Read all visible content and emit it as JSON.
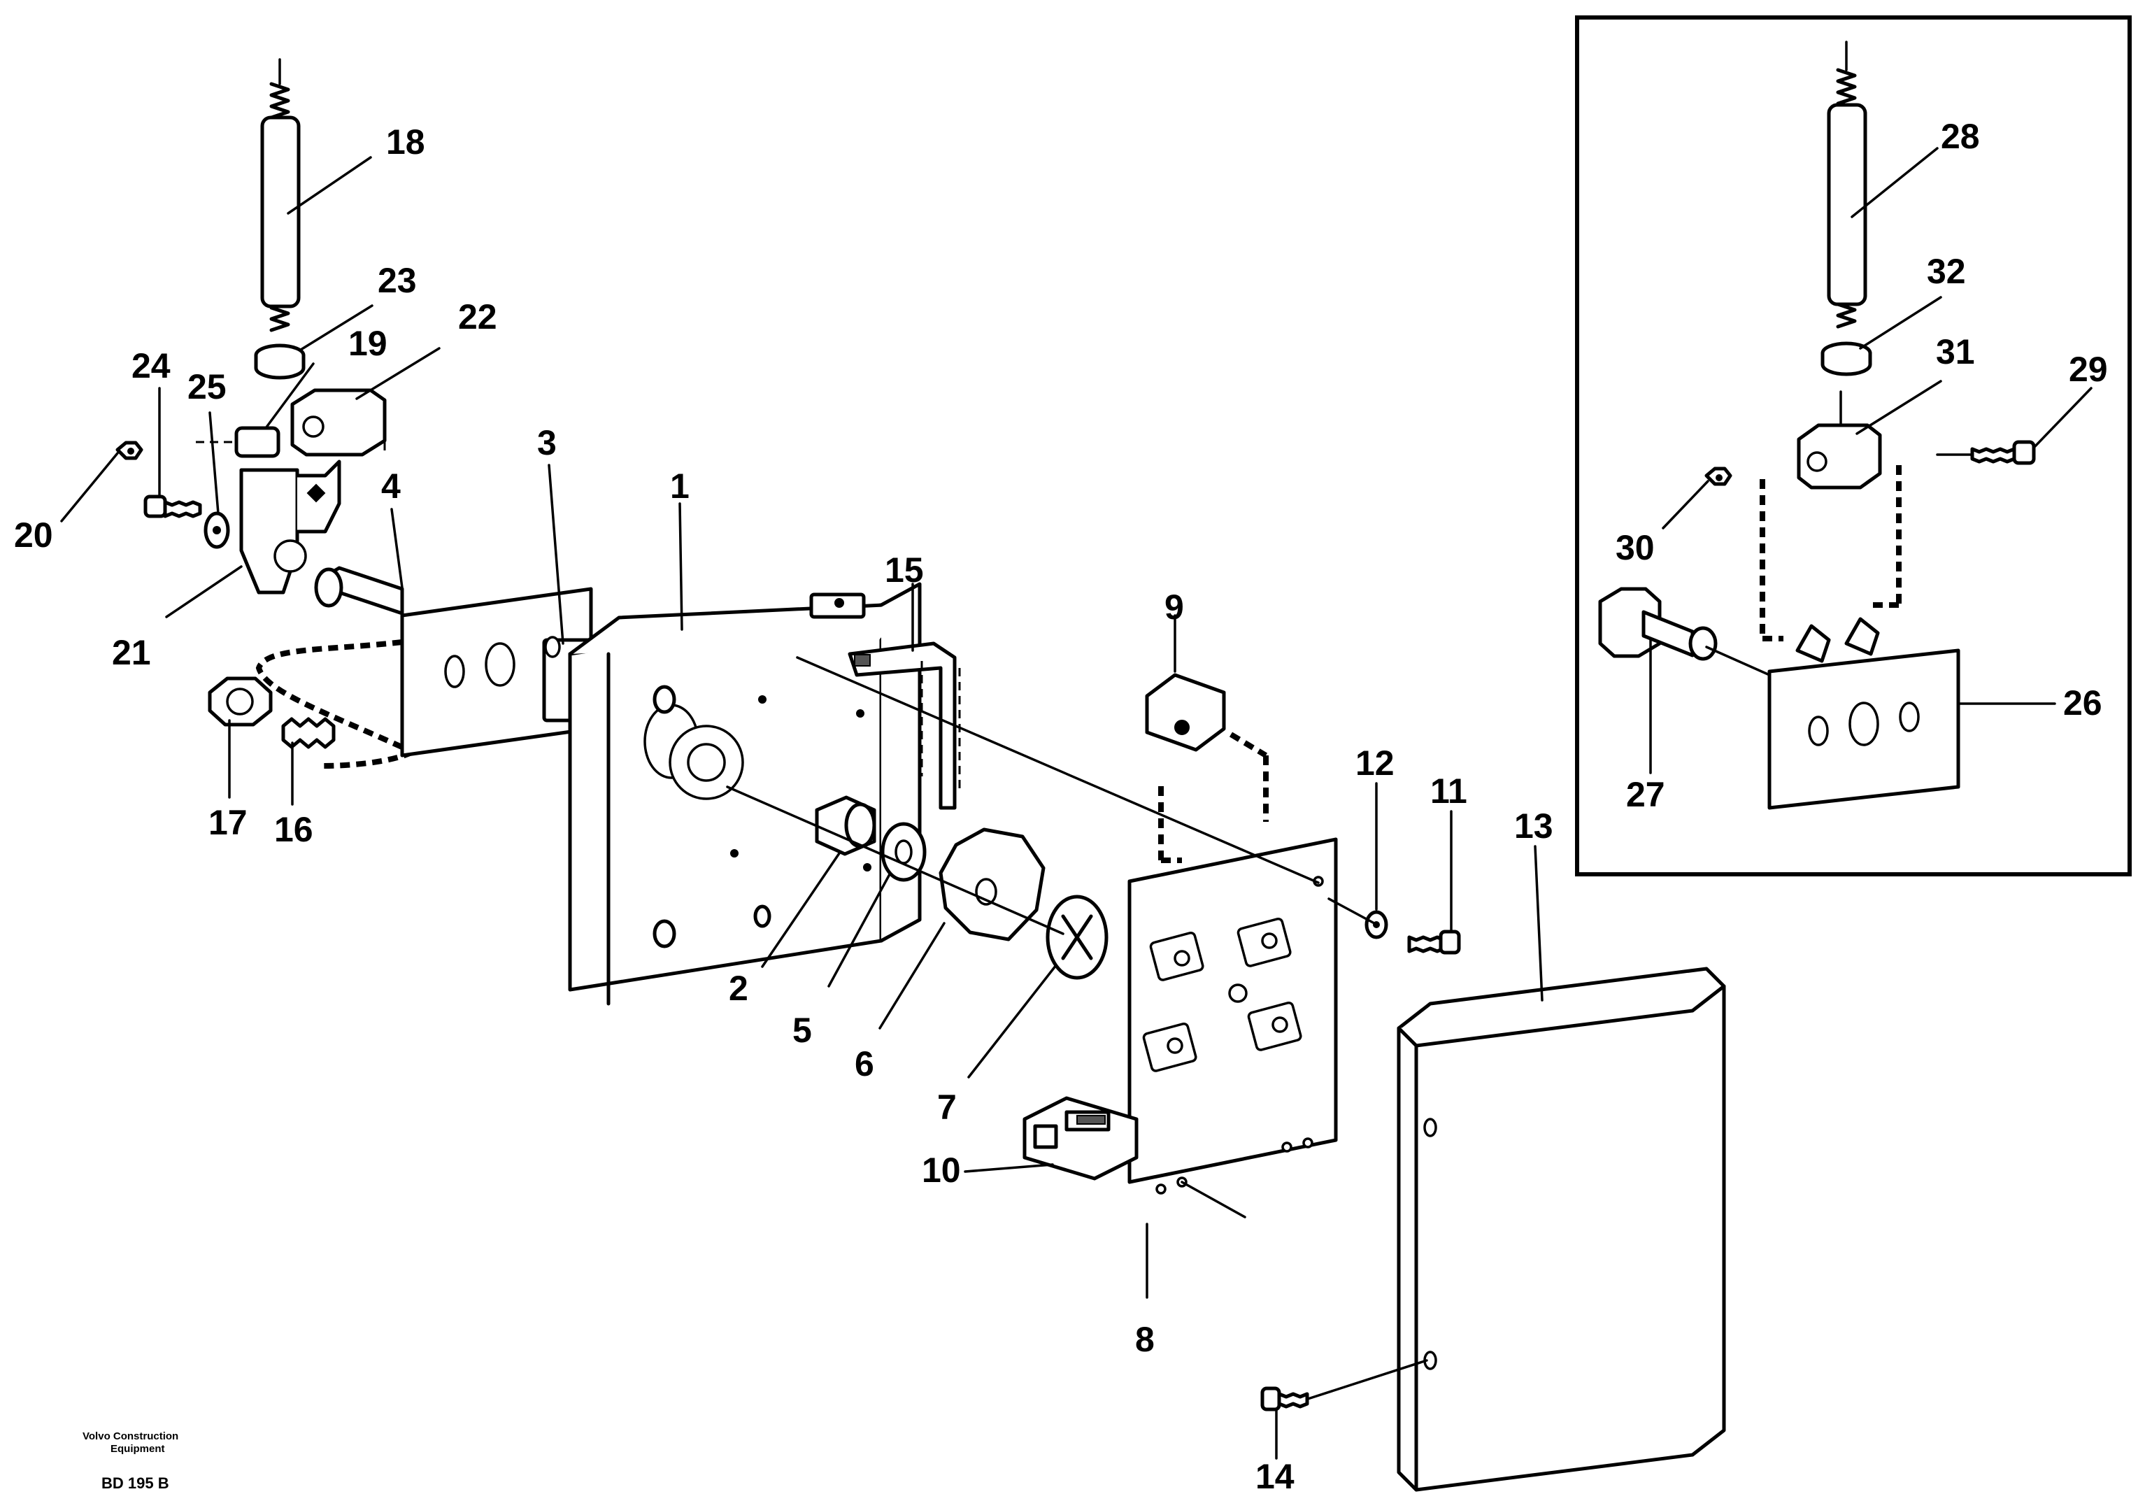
{
  "diagram": {
    "callouts": {
      "c1": "1",
      "c2": "2",
      "c3": "3",
      "c4": "4",
      "c5": "5",
      "c6": "6",
      "c7": "7",
      "c8": "8",
      "c9": "9",
      "c10": "10",
      "c11": "11",
      "c12": "12",
      "c13": "13",
      "c14": "14",
      "c15": "15",
      "c16": "16",
      "c17": "17",
      "c18": "18",
      "c19": "19",
      "c20": "20",
      "c21": "21",
      "c22": "22",
      "c23": "23",
      "c24": "24",
      "c25": "25",
      "c26": "26",
      "c27": "27",
      "c28": "28",
      "c29": "29",
      "c30": "30",
      "c31": "31",
      "c32": "32"
    }
  },
  "footer": {
    "brand_line1": "Volvo Construction",
    "brand_line2": "Equipment",
    "drawing_code": "BD 195 B"
  }
}
